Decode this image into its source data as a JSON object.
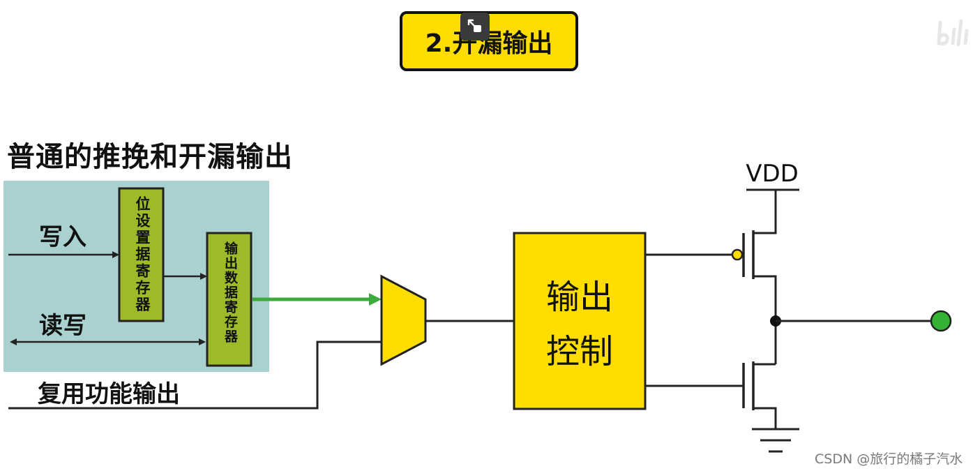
{
  "header": {
    "title": "2.开漏输出",
    "subtitle": "普通的推挽和开漏输出"
  },
  "diagram": {
    "inputs": {
      "write_label": "写入",
      "read_write_label": "读写",
      "alt_function_label": "复用功能输出"
    },
    "registers": {
      "bit_set": "位设置据寄存器",
      "output_data": "输出数据寄存器"
    },
    "control": {
      "line1": "输出",
      "line2": "控制"
    },
    "supply": "VDD"
  },
  "watermark": "CSDN @旅行的橘子汽水",
  "colors": {
    "yellow": "#FFDD00",
    "register_green": "#9DBA2A",
    "panel_teal": "#A8D1CF",
    "signal_green": "#3CAA3C",
    "output_dot": "#33B233"
  }
}
